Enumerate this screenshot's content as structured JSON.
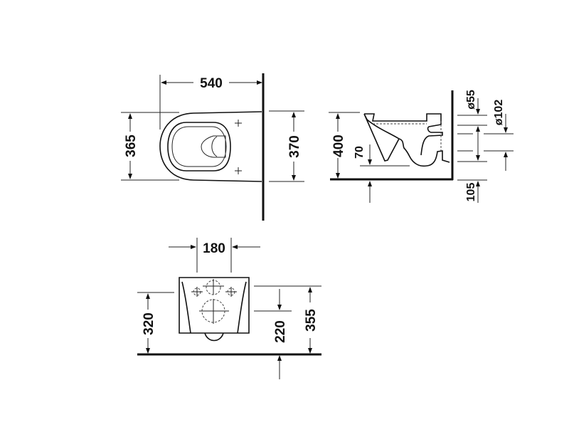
{
  "views": {
    "top": {
      "dims": {
        "length": "540",
        "width_bowl": "365",
        "width_wall": "370"
      }
    },
    "side": {
      "dims": {
        "height": "400",
        "outlet": "70",
        "pipe_small": "ø55",
        "pipe_large": "ø102",
        "floor_offset": "105"
      }
    },
    "rear": {
      "dims": {
        "bolt_spacing": "180",
        "bolt_height": "320",
        "outlet_height": "220",
        "top_height": "355"
      }
    }
  },
  "colors": {
    "line": "#111111",
    "background": "#ffffff"
  }
}
